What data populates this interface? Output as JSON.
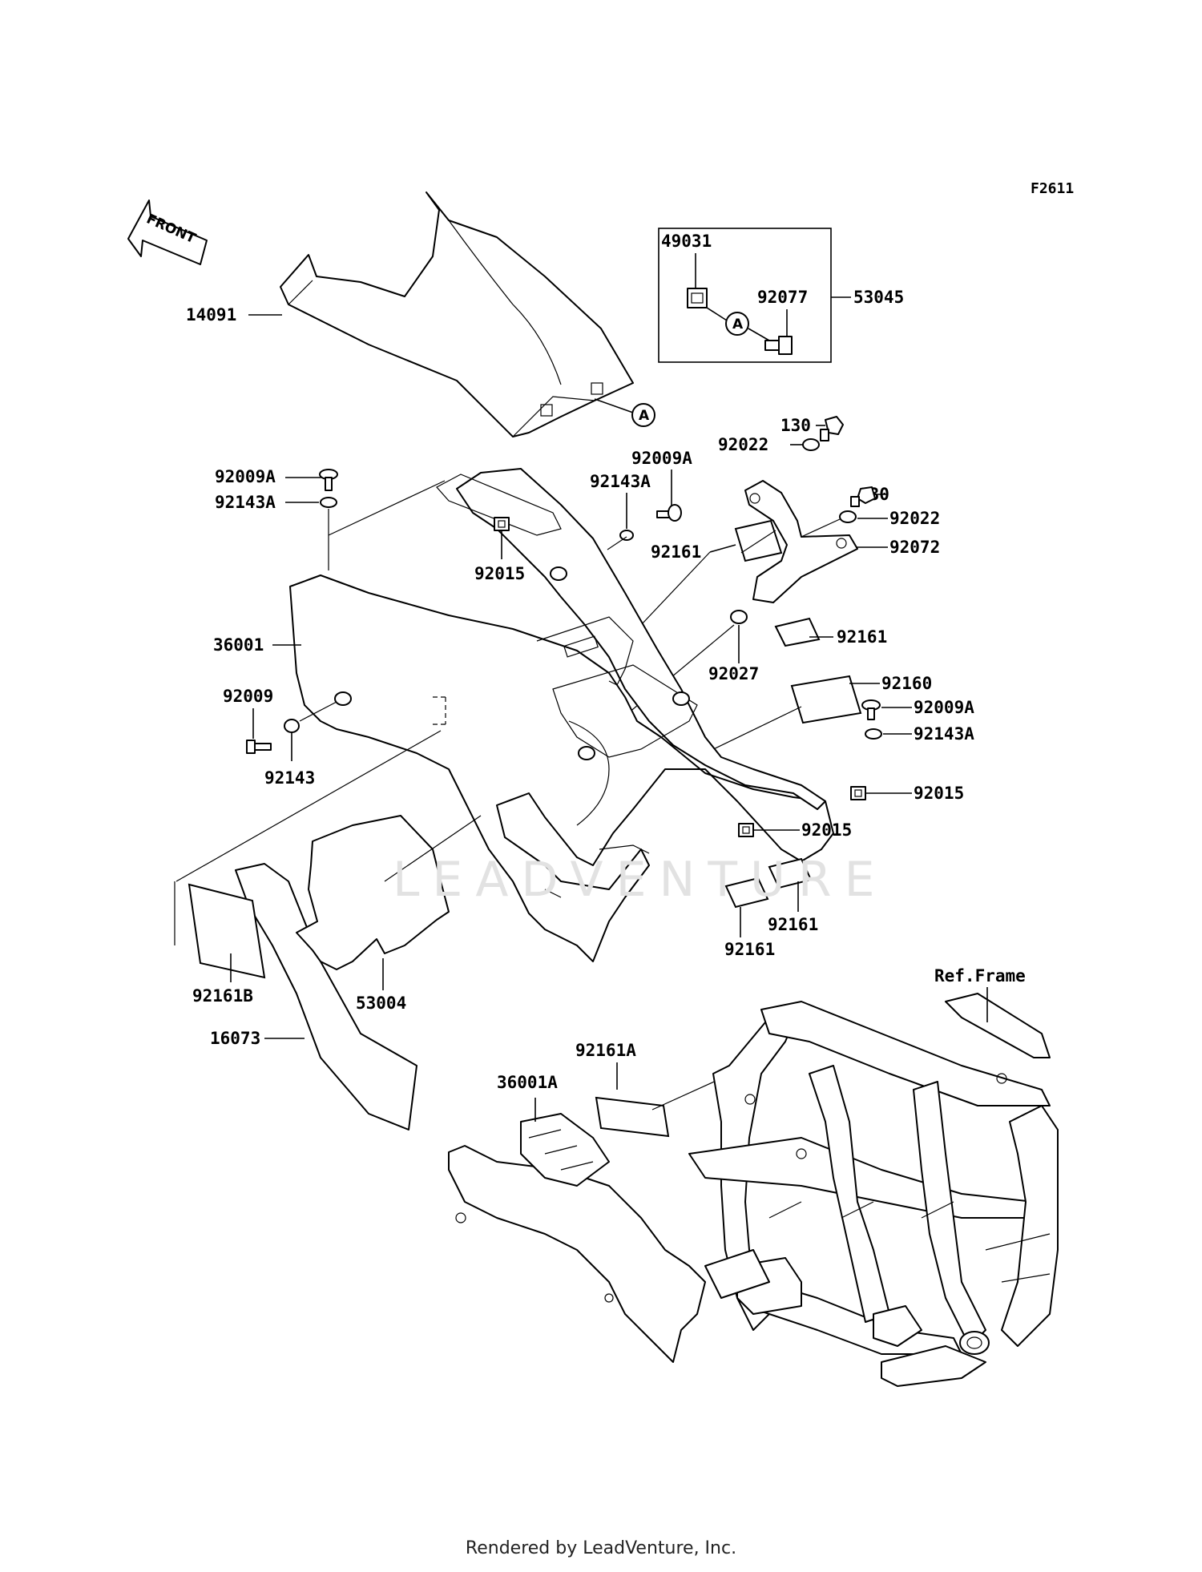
{
  "figure_code": "F2611",
  "front_arrow_label": "FRONT",
  "ref_frame_label": "Ref.Frame",
  "watermark": "LEADVENTURE",
  "footer": "Rendered by LeadVenture, Inc.",
  "callout_letter": "A",
  "parts": {
    "p14091": "14091",
    "p49031": "49031",
    "p92077": "92077",
    "p53045": "53045",
    "p130a": "130",
    "p92022a": "92022",
    "p92009A_a": "92009A",
    "p92143A_a": "92143A",
    "p92009A_b": "92009A",
    "p92143A_b": "92143A",
    "p92015a": "92015",
    "p130b": "130",
    "p92022b": "92022",
    "p92072": "92072",
    "p92161a": "92161",
    "p36001": "36001",
    "p92161b": "92161",
    "p92027": "92027",
    "p92160": "92160",
    "p92009": "92009",
    "p92009A_c": "92009A",
    "p92143A_c": "92143A",
    "p92143": "92143",
    "p92015b": "92015",
    "p92015c": "92015",
    "p92161c": "92161",
    "p92161d": "92161",
    "p92161B": "92161B",
    "p53004": "53004",
    "p16073": "16073",
    "p92161A": "92161A",
    "p36001A": "36001A"
  }
}
